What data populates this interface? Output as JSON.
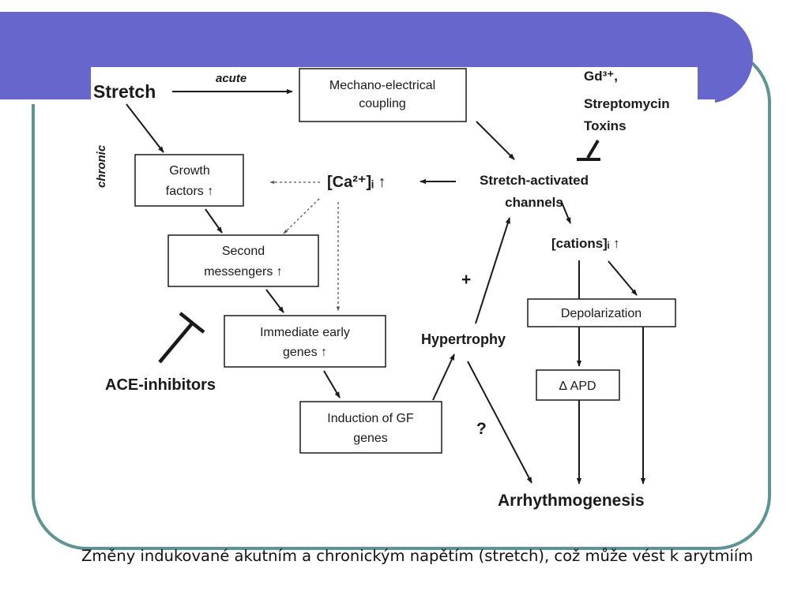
{
  "colors": {
    "header_band": "#6666cc",
    "frame_border": "#5f9494",
    "diagram_ink": "#1a1a1a",
    "background": "#ffffff"
  },
  "diagram": {
    "stretch": "Stretch",
    "acute": "acute",
    "chronic": "chronic",
    "mechano_line1": "Mechano-electrical",
    "mechano_line2": "coupling",
    "blockers_line1": "Gd³⁺,",
    "blockers_line2": "Streptomycin",
    "blockers_line3": "Toxins",
    "growth_line1": "Growth",
    "growth_line2": "factors ↑",
    "calcium_label": "[Ca²⁺]ᵢ ↑",
    "sac_line1": "Stretch-activated",
    "sac_line2": "channels",
    "cations_label": "[cations]ᵢ ↑",
    "second_line1": "Second",
    "second_line2": "messengers ↑",
    "plus_sign": "+",
    "depolarization": "Depolarization",
    "ieg_line1": "Immediate early",
    "ieg_line2": "genes ↑",
    "hypertrophy": "Hypertrophy",
    "ace_inhibitors": "ACE-inhibitors",
    "apd": "Δ APD",
    "gf_line1": "Induction of GF",
    "gf_line2": "genes",
    "question_mark": "?",
    "arrhythmogenesis": "Arrhythmogenesis"
  },
  "caption": "Změny indukované akutním a chronickým napětím (stretch), což může vést k arytmiím"
}
